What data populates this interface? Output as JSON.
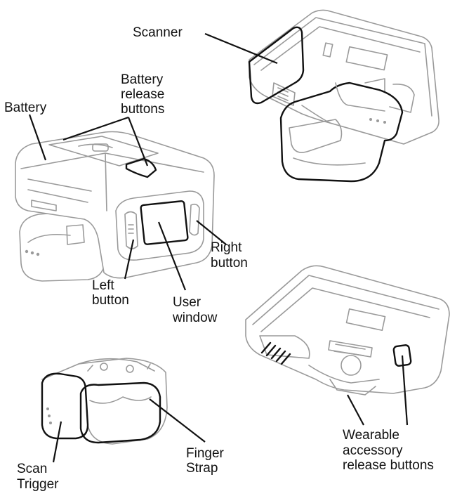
{
  "labels": {
    "scanner": "Scanner",
    "battery": "Battery",
    "battery_release_1": "Battery",
    "battery_release_2": "release",
    "battery_release_3": "buttons",
    "right_button_1": "Right",
    "right_button_2": "button",
    "left_button_1": "Left",
    "left_button_2": "button",
    "user_window_1": "User",
    "user_window_2": "window",
    "wearable_1": "Wearable",
    "wearable_2": "accessory",
    "wearable_3": "release buttons",
    "finger_strap_1": "Finger",
    "finger_strap_2": "Strap",
    "scan_trigger_1": "Scan",
    "scan_trigger_2": "Trigger"
  },
  "colors": {
    "outline": "#9a9a9a",
    "highlight": "#111111",
    "background": "#ffffff"
  }
}
